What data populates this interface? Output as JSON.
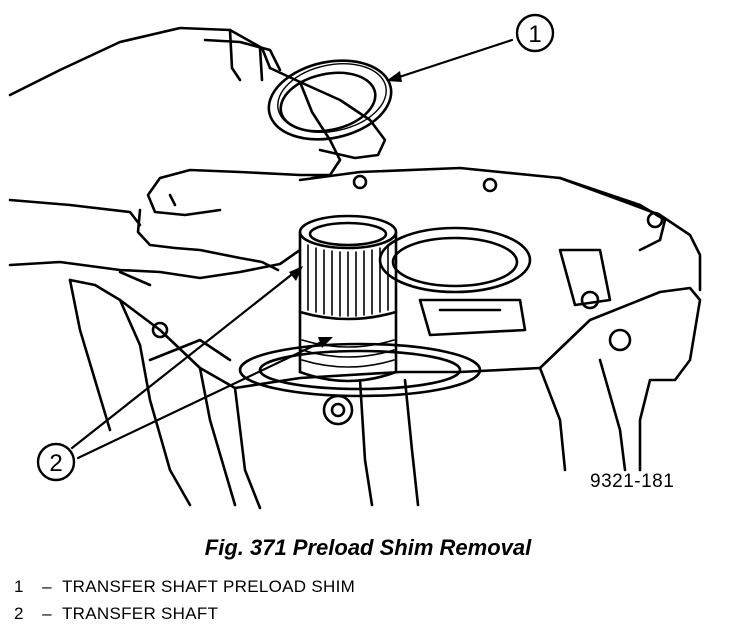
{
  "figure": {
    "code": "9321-181",
    "caption": "Fig. 371 Preload Shim Removal"
  },
  "callouts": [
    {
      "number": "1",
      "label": "TRANSFER SHAFT PRELOAD SHIM"
    },
    {
      "number": "2",
      "label": "TRANSFER SHAFT"
    }
  ],
  "legend_separator": "–"
}
